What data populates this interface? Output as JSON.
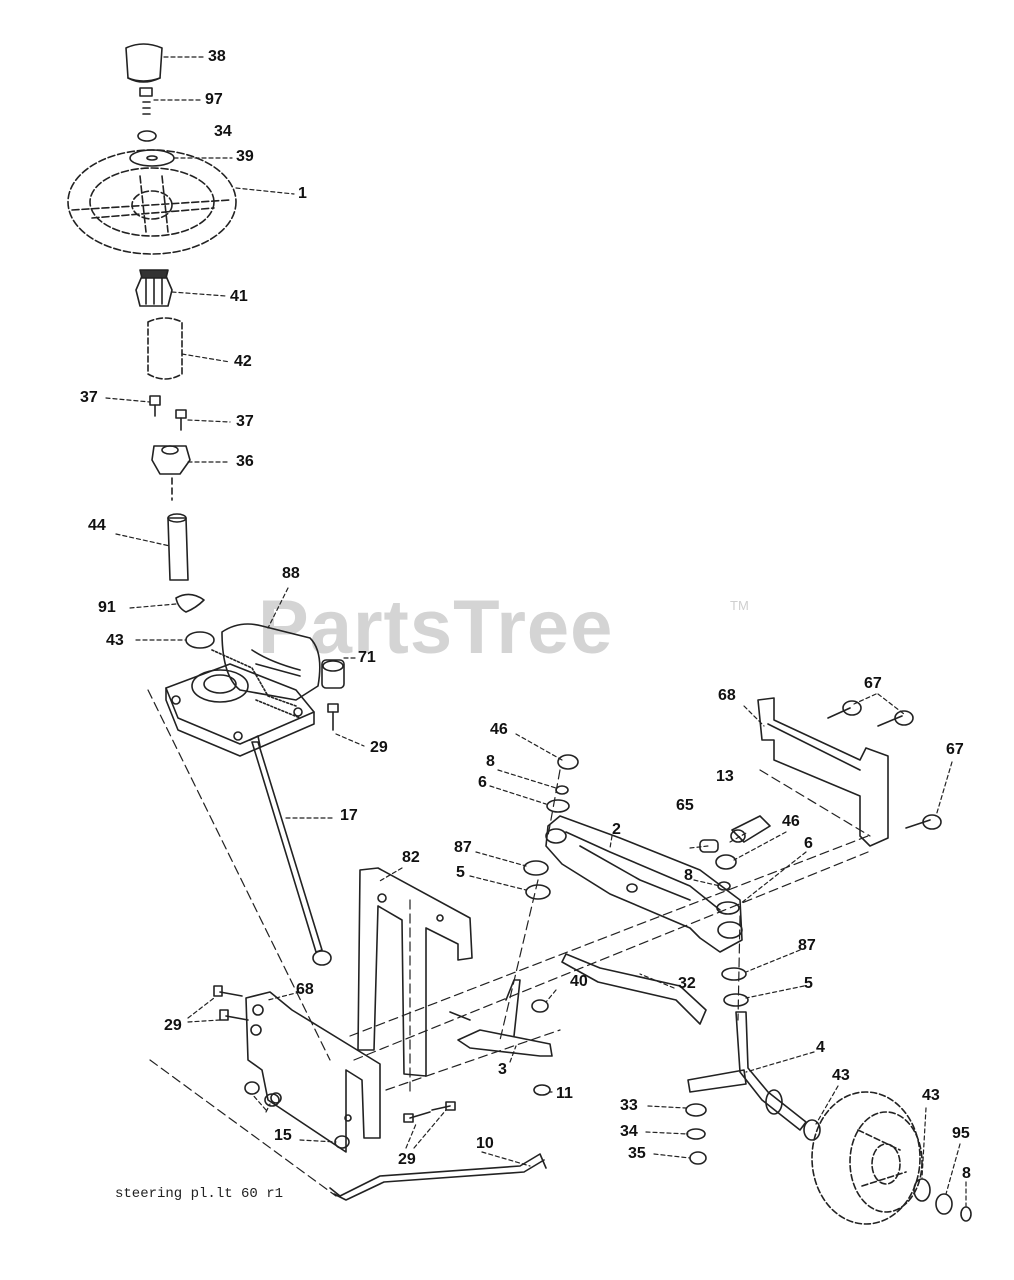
{
  "watermark": {
    "text": "PartsTree",
    "trademark": "TM"
  },
  "caption": "steering pl.lt 60 r1",
  "callouts": [
    {
      "id": "c38",
      "text": "38"
    },
    {
      "id": "c97",
      "text": "97"
    },
    {
      "id": "c34a",
      "text": "34"
    },
    {
      "id": "c39",
      "text": "39"
    },
    {
      "id": "c1",
      "text": "1"
    },
    {
      "id": "c41",
      "text": "41"
    },
    {
      "id": "c42",
      "text": "42"
    },
    {
      "id": "c37a",
      "text": "37"
    },
    {
      "id": "c37b",
      "text": "37"
    },
    {
      "id": "c36",
      "text": "36"
    },
    {
      "id": "c44",
      "text": "44"
    },
    {
      "id": "c88",
      "text": "88"
    },
    {
      "id": "c91",
      "text": "91"
    },
    {
      "id": "c43a",
      "text": "43"
    },
    {
      "id": "c71",
      "text": "71"
    },
    {
      "id": "c29a",
      "text": "29"
    },
    {
      "id": "c17",
      "text": "17"
    },
    {
      "id": "c46a",
      "text": "46"
    },
    {
      "id": "c8a",
      "text": "8"
    },
    {
      "id": "c6a",
      "text": "6"
    },
    {
      "id": "c2",
      "text": "2"
    },
    {
      "id": "c68a",
      "text": "68"
    },
    {
      "id": "c67a",
      "text": "67"
    },
    {
      "id": "c67b",
      "text": "67"
    },
    {
      "id": "c13",
      "text": "13"
    },
    {
      "id": "c65",
      "text": "65"
    },
    {
      "id": "c46b",
      "text": "46"
    },
    {
      "id": "c6b",
      "text": "6"
    },
    {
      "id": "c87a",
      "text": "87"
    },
    {
      "id": "c82",
      "text": "82"
    },
    {
      "id": "c5a",
      "text": "5"
    },
    {
      "id": "c8b",
      "text": "8"
    },
    {
      "id": "c87b",
      "text": "87"
    },
    {
      "id": "c5b",
      "text": "5"
    },
    {
      "id": "c40",
      "text": "40"
    },
    {
      "id": "c32",
      "text": "32"
    },
    {
      "id": "c68b",
      "text": "68"
    },
    {
      "id": "c29b",
      "text": "29"
    },
    {
      "id": "c4",
      "text": "4"
    },
    {
      "id": "c3",
      "text": "3"
    },
    {
      "id": "c43b",
      "text": "43"
    },
    {
      "id": "c11",
      "text": "11"
    },
    {
      "id": "c33",
      "text": "33"
    },
    {
      "id": "c43c",
      "text": "43"
    },
    {
      "id": "c15",
      "text": "15"
    },
    {
      "id": "c34b",
      "text": "34"
    },
    {
      "id": "c95",
      "text": "95"
    },
    {
      "id": "c29c",
      "text": "29"
    },
    {
      "id": "c10",
      "text": "10"
    },
    {
      "id": "c35",
      "text": "35"
    },
    {
      "id": "c8c",
      "text": "8"
    }
  ]
}
